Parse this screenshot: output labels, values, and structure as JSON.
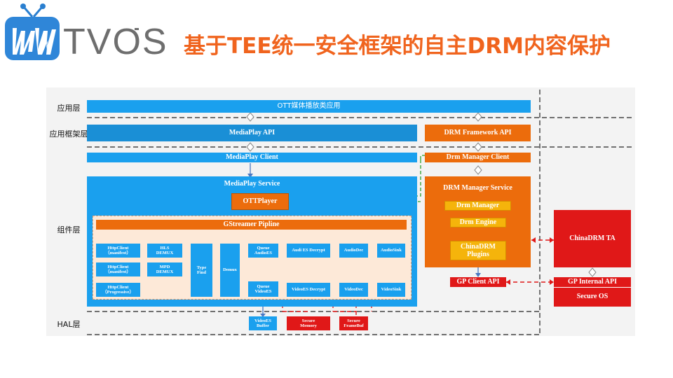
{
  "header": {
    "logo_text": "TVOS",
    "title": "基于TEE统一安全框架的自主DRM内容保护"
  },
  "layers": {
    "app": "应用层",
    "framework": "应用框架层",
    "component": "组件层",
    "hal": "HAL层"
  },
  "boxes": {
    "ott_app": "OTT媒体播放类应用",
    "mediaplay_api": "MediaPlay API",
    "drm_framework_api": "DRM Framework API",
    "mediaplay_client": "MediaPlay Client",
    "drm_manager_client": "Drm Manager Client",
    "mediaplay_service": "MediaPlay Service",
    "ottplayer": "OTTPlayer",
    "gstreamer": "GStreamer Pipline",
    "httpclient1_a": "HttpClient",
    "httpclient1_b": "（manifest）",
    "httpclient2_a": "HttpClient",
    "httpclient2_b": "（manifest）",
    "httpclient3_a": "HttpClient",
    "httpclient3_b": "（Progressive）",
    "hls_a": "HLS",
    "hls_b": "DEMUX",
    "mpd_a": "MPD",
    "mpd_b": "DEMUX",
    "typefind_a": "Type",
    "typefind_b": "Find",
    "demux": "Demux",
    "queue_audio_a": "Queue",
    "queue_audio_b": "AudioES",
    "queue_video_a": "Queue",
    "queue_video_b": "VideoES",
    "audio_decrypt": "Audi ES Decrypt",
    "audiodec": "AudioDec",
    "audiosink": "AudioSink",
    "video_decrypt": "VideoES Decrypt",
    "videodec": "VideoDec",
    "videosink": "VideoSink",
    "drm_manager_service": "DRM Manager Service",
    "drm_manager": "Drm Manager",
    "drm_engine": "Drm Engine",
    "chinadrm_plugins_a": "ChinaDRM",
    "chinadrm_plugins_b": "Plugins",
    "gp_client_api": "GP Client API",
    "chinadrm_ta": "ChinaDRM TA",
    "gp_internal_api": "GP Internal API",
    "secure_os": "Secure OS",
    "videoes_buffer_a": "VideoES",
    "videoes_buffer_b": "Buffer",
    "secure_memory_a": "Secure",
    "secure_memory_b": "Memory",
    "secure_framebuf_a": "Secure",
    "secure_framebuf_b": "FrameBuf"
  },
  "colors": {
    "title": "#f0641e",
    "blue": "#1aa0ee",
    "orange": "#ec6c0c",
    "yellow": "#f5b40b",
    "red": "#e01818",
    "green_dashed": "#2aa02a"
  }
}
